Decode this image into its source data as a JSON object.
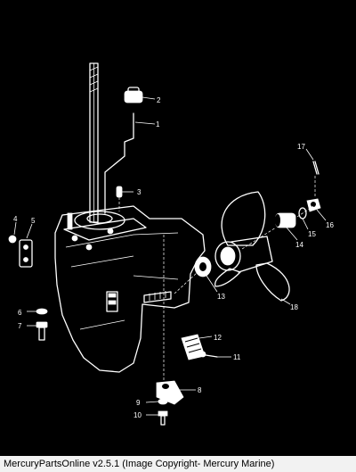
{
  "diagram": {
    "callouts": [
      {
        "id": "1",
        "text": "1"
      },
      {
        "id": "2",
        "text": "2"
      },
      {
        "id": "3",
        "text": "3"
      },
      {
        "id": "4",
        "text": "4"
      },
      {
        "id": "5",
        "text": "5"
      },
      {
        "id": "6",
        "text": "6"
      },
      {
        "id": "7",
        "text": "7"
      },
      {
        "id": "8",
        "text": "8"
      },
      {
        "id": "9",
        "text": "9"
      },
      {
        "id": "10",
        "text": "10"
      },
      {
        "id": "11",
        "text": "11"
      },
      {
        "id": "12",
        "text": "12"
      },
      {
        "id": "13",
        "text": "13"
      },
      {
        "id": "14",
        "text": "14"
      },
      {
        "id": "15",
        "text": "15"
      },
      {
        "id": "16",
        "text": "16"
      },
      {
        "id": "17",
        "text": "17"
      },
      {
        "id": "18",
        "text": "18"
      }
    ]
  },
  "footer": {
    "caption": "MercuryPartsOnline v2.5.1 (Image Copyright- Mercury Marine)"
  }
}
